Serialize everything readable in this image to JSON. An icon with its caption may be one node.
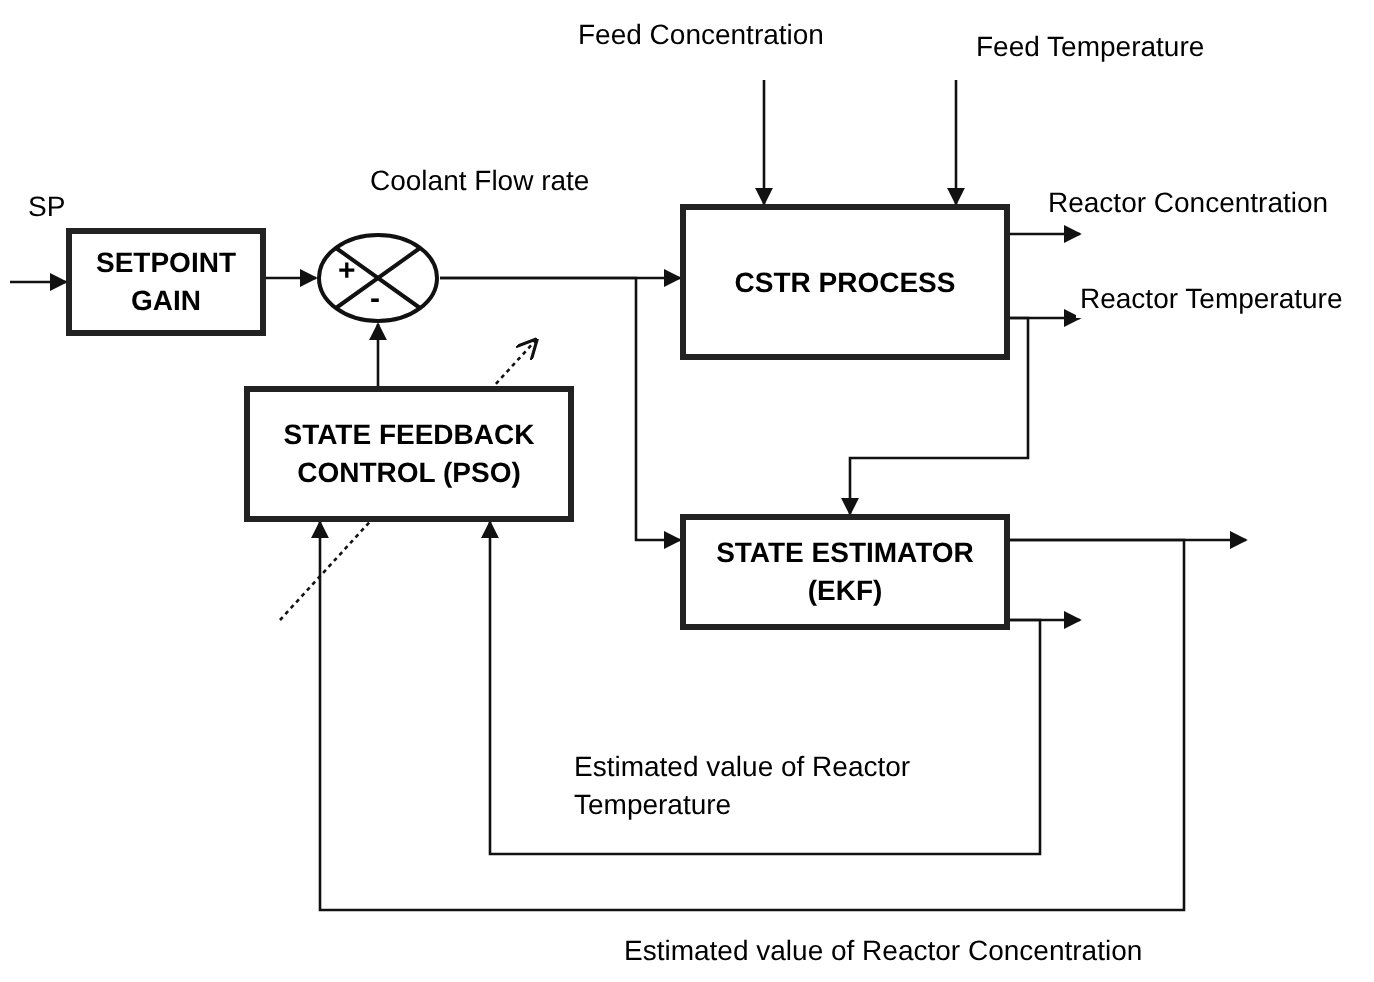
{
  "diagram": {
    "nodes": [
      {
        "text": [
          "SETPOINT GAIN"
        ]
      },
      {
        "text": [
          "+",
          "-"
        ]
      },
      {
        "text": [
          "CSTR PROCESS"
        ]
      },
      {
        "text": [
          "STATE FEEDBACK CONTROL (PSO)"
        ]
      },
      {
        "text": [
          "STATE ESTIMATOR (EKF)"
        ]
      }
    ],
    "edges": [
      {
        "from": null,
        "to": 0,
        "arrow": "to",
        "label": "SP"
      },
      {
        "from": 0,
        "to": 1,
        "arrow": "to"
      },
      {
        "from": 1,
        "to": 2,
        "arrow": "to"
      },
      {
        "from": 1,
        "to": 4,
        "arrow": "to"
      },
      {
        "from": 3,
        "to": 1,
        "arrow": "to"
      },
      {
        "from": null,
        "to": 2,
        "arrow": "to",
        "label": "Feed Concentration"
      },
      {
        "from": null,
        "to": 2,
        "arrow": "to",
        "label": "Feed Temperature"
      },
      {
        "from": 2,
        "to": null,
        "arrow": "to",
        "label": "Reactor Concentration"
      },
      {
        "from": 2,
        "to": null,
        "arrow": "to",
        "label": "Reactor Temperature"
      },
      {
        "from": 2,
        "to": 4,
        "arrow": "to"
      },
      {
        "from": 4,
        "to": null,
        "arrow": "to"
      },
      {
        "from": 4,
        "to": null,
        "arrow": "to"
      },
      {
        "from": 4,
        "to": 3,
        "arrow": "to",
        "label": "Estimated value of Reactor Temperature"
      },
      {
        "from": 4,
        "to": 3,
        "arrow": "to",
        "label": "Estimated value of Reactor Concentration"
      }
    ],
    "labels": [
      "Coolant Flow rate"
    ]
  }
}
